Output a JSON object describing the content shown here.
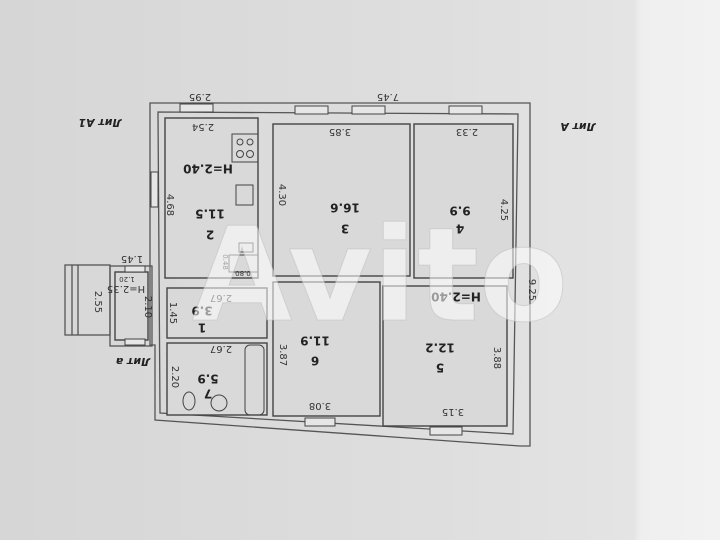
{
  "labels": {
    "lit_a1": "Лит А1",
    "lit_a": "Лит А",
    "lit_a_small": "Лит а"
  },
  "watermark": "Avito",
  "rooms": [
    {
      "number": "1",
      "area": "3.9"
    },
    {
      "number": "2",
      "area": "11.5"
    },
    {
      "number": "3",
      "area": "16.6"
    },
    {
      "number": "4",
      "area": "9.9"
    },
    {
      "number": "5",
      "area": "12.2"
    },
    {
      "number": "6",
      "area": "11.9"
    },
    {
      "number": "7",
      "area": "5.9"
    }
  ],
  "heights": {
    "main": "H=2.40",
    "annex": "H=2.40",
    "vestibule": "H=2.35"
  },
  "dimensions": {
    "a1_top": "2.95",
    "a_top": "7.45",
    "r2_top": "2.54",
    "r3_top": "3.85",
    "r4_top": "2.33",
    "r2_side": "4.68",
    "r3_side": "4.30",
    "r4_side": "4.25",
    "fixture_h": "0.48",
    "fixture_w": "0.80",
    "vest_top": "1.45",
    "vest_inner": "1.20",
    "porch": "2.55",
    "vest_side": "2.10",
    "r1_side": "1.45",
    "r1_top": "2.67",
    "r7_top": "2.67",
    "a_side": "9.25",
    "r6_side": "3.87",
    "r5_side": "3.88",
    "r7_side": "2.20",
    "r6_bottom": "3.08",
    "r5_bottom": "3.15"
  }
}
